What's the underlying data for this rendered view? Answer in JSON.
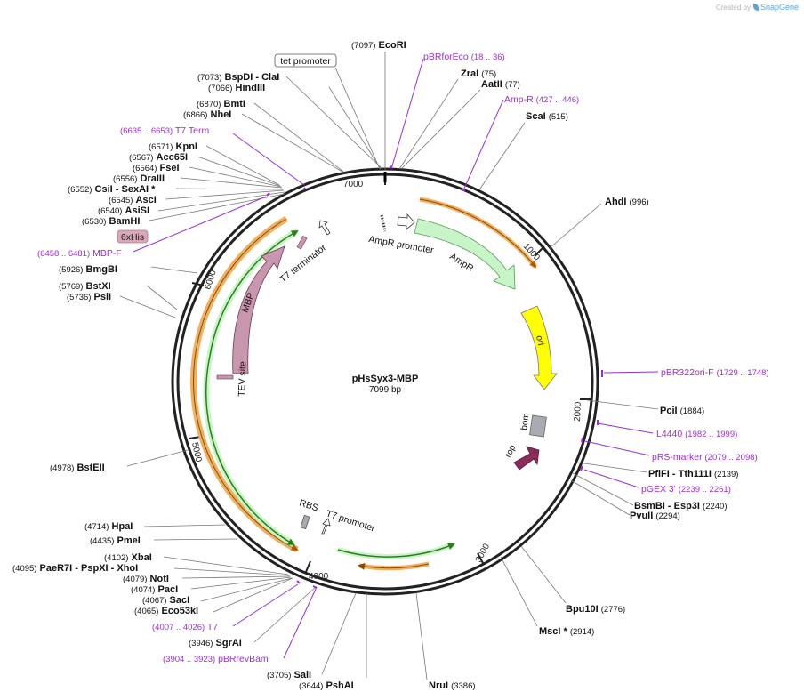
{
  "credit": {
    "prefix": "Created by",
    "brand": "SnapGene"
  },
  "plasmid": {
    "name": "pHsSyx3-MBP",
    "length_label": "7099 bp"
  },
  "ticks": [
    "1000",
    "2000",
    "3000",
    "4000",
    "5000",
    "6000",
    "7000"
  ],
  "sites": [
    {
      "pos": "(7097)",
      "name": "EcoRI"
    },
    {
      "pos": "(75)",
      "name": "ZraI"
    },
    {
      "pos": "(77)",
      "name": "AatII"
    },
    {
      "pos": "(515)",
      "name": "ScaI"
    },
    {
      "pos": "(996)",
      "name": "AhdI"
    },
    {
      "pos": "(1884)",
      "name": "PciI"
    },
    {
      "pos": "(2139)",
      "name": "PflFI",
      "alt": "- Tth111I"
    },
    {
      "pos": "(2240)",
      "name": "BsmBI",
      "alt": "- Esp3I"
    },
    {
      "pos": "(2294)",
      "name": "PvuII"
    },
    {
      "pos": "(2776)",
      "name": "Bpu10I"
    },
    {
      "pos": "(2914)",
      "name": "MscI *"
    },
    {
      "pos": "(3386)",
      "name": "NruI"
    },
    {
      "pos": "(3644)",
      "name": "PshAI"
    },
    {
      "pos": "(3705)",
      "name": "SalI"
    },
    {
      "pos": "(3946)",
      "name": "SgrAI"
    },
    {
      "pos": "(4065)",
      "name": "Eco53kI"
    },
    {
      "pos": "(4067)",
      "name": "SacI"
    },
    {
      "pos": "(4074)",
      "name": "PacI"
    },
    {
      "pos": "(4079)",
      "name": "NotI"
    },
    {
      "pos": "(4095)",
      "name": "PaeR7I",
      "alt": "- PspXI   - XhoI"
    },
    {
      "pos": "(4102)",
      "name": "XbaI"
    },
    {
      "pos": "(4435)",
      "name": "PmeI"
    },
    {
      "pos": "(4714)",
      "name": "HpaI"
    },
    {
      "pos": "(4978)",
      "name": "BstEII"
    },
    {
      "pos": "(5736)",
      "name": "PsiI"
    },
    {
      "pos": "(5769)",
      "name": "BstXI"
    },
    {
      "pos": "(5926)",
      "name": "BmgBI"
    },
    {
      "pos": "(6530)",
      "name": "BamHI"
    },
    {
      "pos": "(6540)",
      "name": "AsiSI"
    },
    {
      "pos": "(6545)",
      "name": "AscI"
    },
    {
      "pos": "(6552)",
      "name": "CsiI",
      "alt": "- SexAI *"
    },
    {
      "pos": "(6556)",
      "name": "DraIII"
    },
    {
      "pos": "(6564)",
      "name": "FseI"
    },
    {
      "pos": "(6567)",
      "name": "Acc65I"
    },
    {
      "pos": "(6571)",
      "name": "KpnI"
    },
    {
      "pos": "(6866)",
      "name": "NheI"
    },
    {
      "pos": "(6870)",
      "name": "BmtI"
    },
    {
      "pos": "(7066)",
      "name": "HindIII"
    },
    {
      "pos": "(7073)",
      "name": "BspDI",
      "alt": "- ClaI"
    }
  ],
  "primers": [
    {
      "name": "pBRforEco",
      "range": "(18 .. 36)"
    },
    {
      "name": "Amp-R",
      "range": "(427 .. 446)"
    },
    {
      "name": "pBR322ori-F",
      "range": "(1729 .. 1748)"
    },
    {
      "name": "L4440",
      "range": "(1982 .. 1999)"
    },
    {
      "name": "pRS-marker",
      "range": "(2079 .. 2098)"
    },
    {
      "name": "pGEX 3'",
      "range": "(2239 .. 2261)"
    },
    {
      "name": "T7",
      "range": "(4007 .. 4026)"
    },
    {
      "name": "pBRrevBam",
      "range": "(3904 .. 3923)"
    },
    {
      "name": "MBP-F",
      "range": "(6458 .. 6481)"
    },
    {
      "name": "T7 Term",
      "range": "(6635 .. 6653)"
    }
  ],
  "boxed_labels": {
    "tet_promoter": "tet promoter",
    "his_tag": "6xHis"
  },
  "features": {
    "ampr_promoter": "AmpR promoter",
    "ampr": "AmpR",
    "ori": "ori",
    "bom": "bom",
    "rop": "rop",
    "rbs": "RBS",
    "t7_promoter": "T7 promoter",
    "t7_terminator": "T7 terminator",
    "mbp": "MBP",
    "tev_site": "TEV site"
  },
  "colors": {
    "backbone": "#222222",
    "primer": "#9a2fd0",
    "ampr": "#c8f5c8",
    "ori": "#ffff00",
    "bom": "#a8abb0",
    "rop": "#8c2a5a",
    "mbp": "#c996b0",
    "orf_orange": "#f0b060",
    "orf_green": "#2e7d1a",
    "his_box": "#d9a8b8"
  }
}
